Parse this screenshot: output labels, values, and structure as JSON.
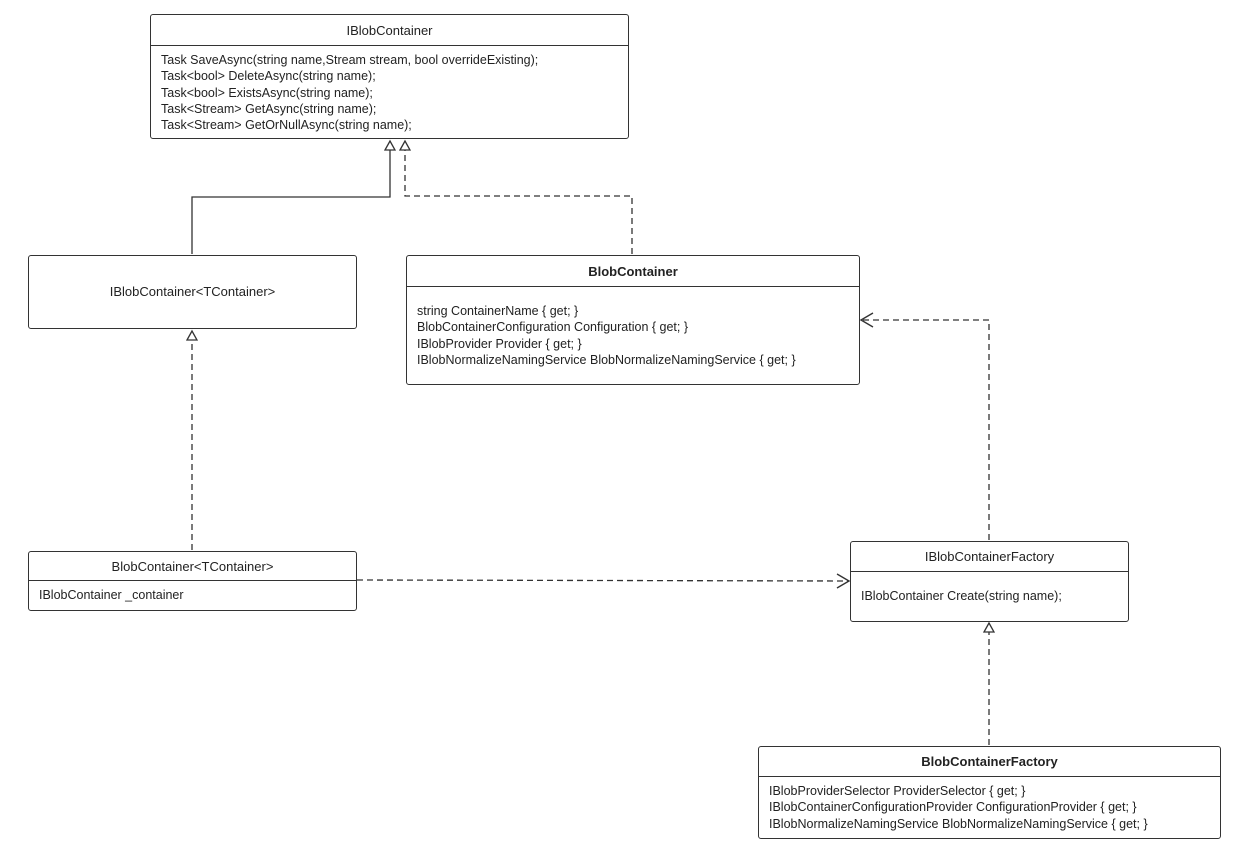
{
  "diagram": {
    "iblob_container": {
      "title": "IBlobContainer",
      "members": [
        "Task SaveAsync(string name,Stream stream, bool overrideExisting);",
        "Task<bool> DeleteAsync(string name);",
        "Task<bool> ExistsAsync(string name);",
        "Task<Stream> GetAsync(string name);",
        "Task<Stream> GetOrNullAsync(string name);"
      ]
    },
    "iblob_container_generic": {
      "title": "IBlobContainer<TContainer>"
    },
    "blob_container": {
      "title": "BlobContainer",
      "members": [
        "string ContainerName { get; }",
        "BlobContainerConfiguration Configuration { get; }",
        "IBlobProvider Provider { get; }",
        "IBlobNormalizeNamingService BlobNormalizeNamingService { get; }"
      ]
    },
    "blob_container_generic": {
      "title": "BlobContainer<TContainer>",
      "members": [
        "IBlobContainer _container"
      ]
    },
    "iblob_container_factory": {
      "title": "IBlobContainerFactory",
      "members": [
        "IBlobContainer Create(string name);"
      ]
    },
    "blob_container_factory": {
      "title": "BlobContainerFactory",
      "members": [
        "IBlobProviderSelector ProviderSelector { get; }",
        "IBlobContainerConfigurationProvider ConfigurationProvider { get; }",
        "IBlobNormalizeNamingService BlobNormalizeNamingService { get; }"
      ]
    },
    "line_color": "#333333"
  }
}
